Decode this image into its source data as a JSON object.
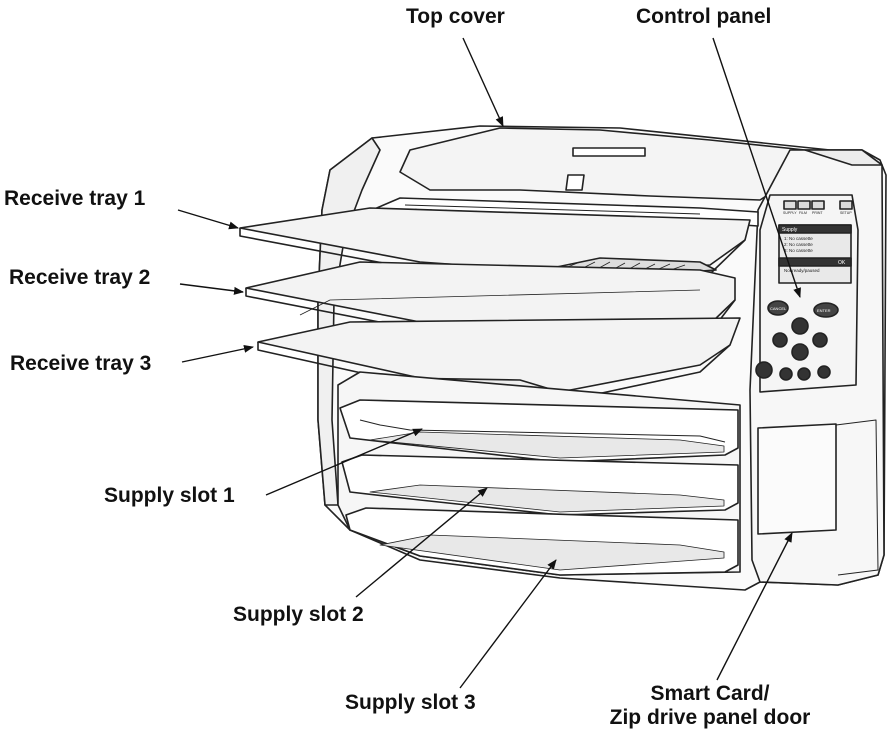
{
  "labels": {
    "top_cover": "Top cover",
    "control_panel": "Control panel",
    "receive_tray_1": "Receive tray 1",
    "receive_tray_2": "Receive tray 2",
    "receive_tray_3": "Receive tray 3",
    "supply_slot_1": "Supply slot 1",
    "supply_slot_2": "Supply slot 2",
    "supply_slot_3": "Supply slot 3",
    "smart_card_line1": "Smart Card/",
    "smart_card_line2": "Zip drive panel door"
  },
  "screen": {
    "title": "Supply",
    "status": "OK",
    "lines": [
      "1: No cassette",
      "2: No cassette",
      "3: No cassette"
    ],
    "footer": "Not ready/paused"
  },
  "panel_keys": {
    "top": [
      "SUPPLY",
      "FILM",
      "PRINT",
      "SETUP"
    ],
    "cancel": "CANCEL",
    "enter": "ENTER"
  }
}
